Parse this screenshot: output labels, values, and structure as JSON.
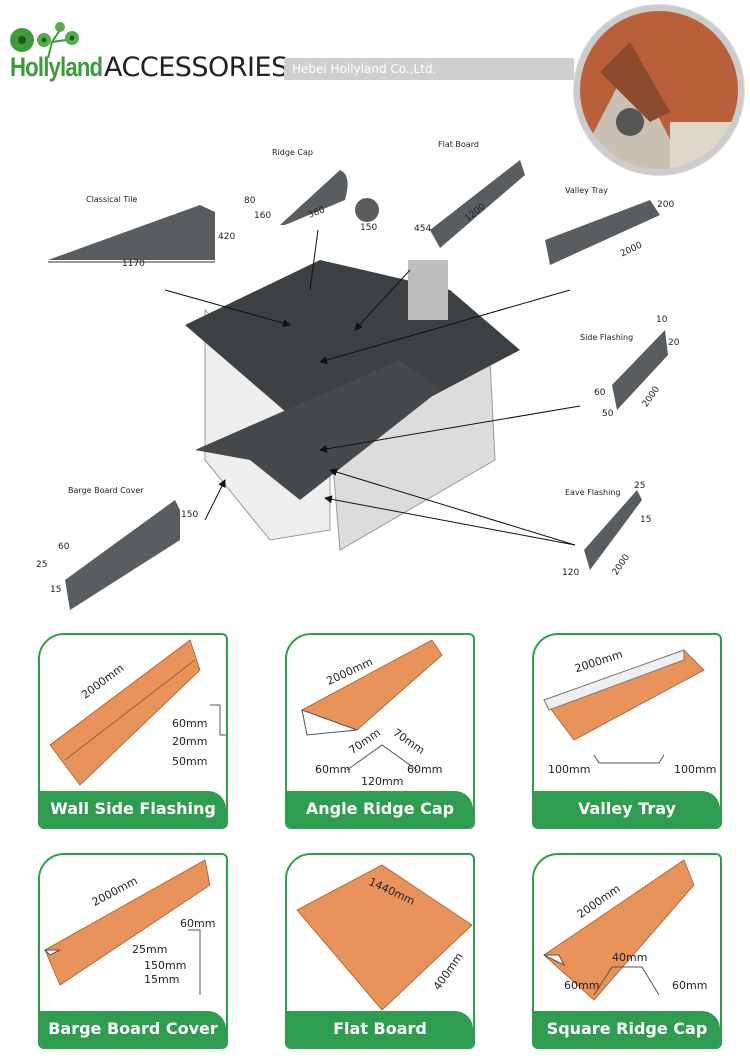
{
  "header": {
    "brand": "Hollyland",
    "title": "ACCESSORIES",
    "company": "Hebei Hollyland Co.,Ltd."
  },
  "diagram": {
    "classical_tile": {
      "label": "Classical Tile",
      "height": "420",
      "width": "1170"
    },
    "ridge_cap": {
      "label": "Ridge Cap",
      "d1": "80",
      "d2": "160",
      "length": "380",
      "diameter": "150"
    },
    "flat_board": {
      "label": "Flat Board",
      "width": "454",
      "length": "1200"
    },
    "valley_tray": {
      "label": "Valley Tray",
      "width": "200",
      "length": "2000"
    },
    "side_flashing": {
      "label": "Side Flashing",
      "d1": "10",
      "d2": "20",
      "d3": "60",
      "d4": "50",
      "length": "2000"
    },
    "eave_flashing": {
      "label": "Eave Flashing",
      "d1": "25",
      "d2": "15",
      "d3": "120",
      "length": "2000"
    },
    "barge_board_cover": {
      "label": "Barge Board Cover",
      "d1": "150",
      "d2": "60",
      "d3": "25",
      "d4": "15"
    }
  },
  "products": [
    {
      "name": "Wall Side Flashing",
      "dims": [
        "2000mm",
        "60mm",
        "20mm",
        "50mm"
      ]
    },
    {
      "name": "Angle Ridge Cap",
      "dims": [
        "2000mm",
        "70mm",
        "70mm",
        "60mm",
        "120mm",
        "60mm"
      ]
    },
    {
      "name": "Valley Tray",
      "dims": [
        "2000mm",
        "100mm",
        "100mm"
      ]
    },
    {
      "name": "Barge Board Cover",
      "dims": [
        "2000mm",
        "60mm",
        "25mm",
        "150mm",
        "15mm"
      ]
    },
    {
      "name": "Flat Board",
      "dims": [
        "1440mm",
        "400mm"
      ]
    },
    {
      "name": "Square Ridge Cap",
      "dims": [
        "2000mm",
        "40mm",
        "60mm",
        "60mm"
      ]
    }
  ],
  "colors": {
    "green": "#2e9d4f",
    "orange": "#e8935a",
    "roof": "#4a4d50"
  }
}
